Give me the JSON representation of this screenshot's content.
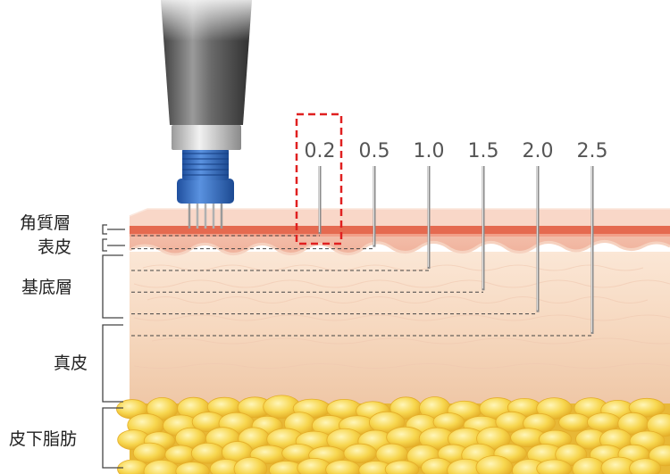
{
  "layers": [
    {
      "label": "角質層"
    },
    {
      "label": "表皮"
    },
    {
      "label": "基底層"
    },
    {
      "label": "真皮"
    },
    {
      "label": "皮下脂肪"
    }
  ],
  "needles": [
    {
      "label": "0.2",
      "depth_mm": 0.2
    },
    {
      "label": "0.5",
      "depth_mm": 0.5
    },
    {
      "label": "1.0",
      "depth_mm": 1.0
    },
    {
      "label": "1.5",
      "depth_mm": 1.5
    },
    {
      "label": "2.0",
      "depth_mm": 2.0
    },
    {
      "label": "2.5",
      "depth_mm": 2.5
    }
  ],
  "highlight": {
    "needle": "0.2",
    "color": "#e02020"
  },
  "colors": {
    "epidermis": "#f2b8a2",
    "stratum_corneum": "#f7d6c6",
    "basal_line": "#e06a52",
    "dermis": "#f6dcc4",
    "fat": "#f4cf44",
    "device_body": "#5a5a5a",
    "device_tip": "#2f6bc4"
  }
}
